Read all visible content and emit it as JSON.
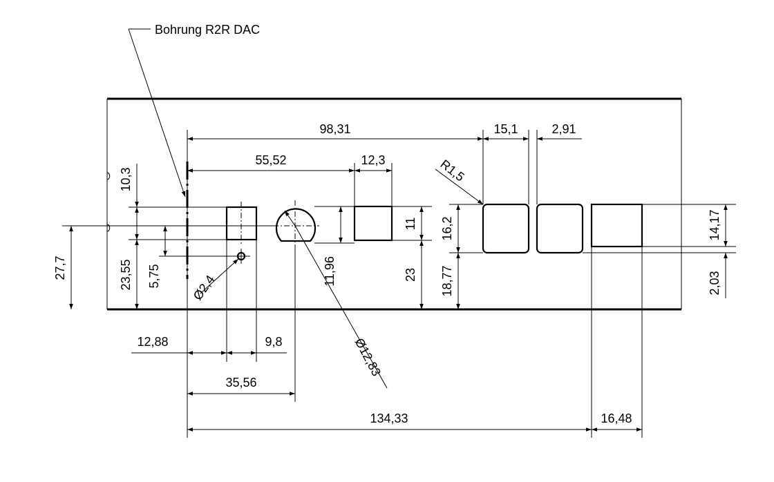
{
  "label": "Bohrung R2R DAC",
  "dims": {
    "d98_31": "98,31",
    "d55_52": "55,52",
    "d12_3": "12,3",
    "d15_1": "15,1",
    "d2_91": "2,91",
    "r1_5": "R1,5",
    "d10_3": "10,3",
    "d27_7": "27,7",
    "d23_55": "23,55",
    "d5_75": "5,75",
    "dia2_4": "Ø2,4",
    "d11_96": "11,96",
    "d11": "11",
    "d23": "23",
    "d16_2": "16,2",
    "d18_77": "18,77",
    "d14_17": "14,17",
    "d2_03": "2,03",
    "d12_88": "12,88",
    "d9_8": "9,8",
    "d35_56": "35,56",
    "dia12_83": "Ø12,83",
    "d134_33": "134,33",
    "d16_48": "16,48"
  }
}
